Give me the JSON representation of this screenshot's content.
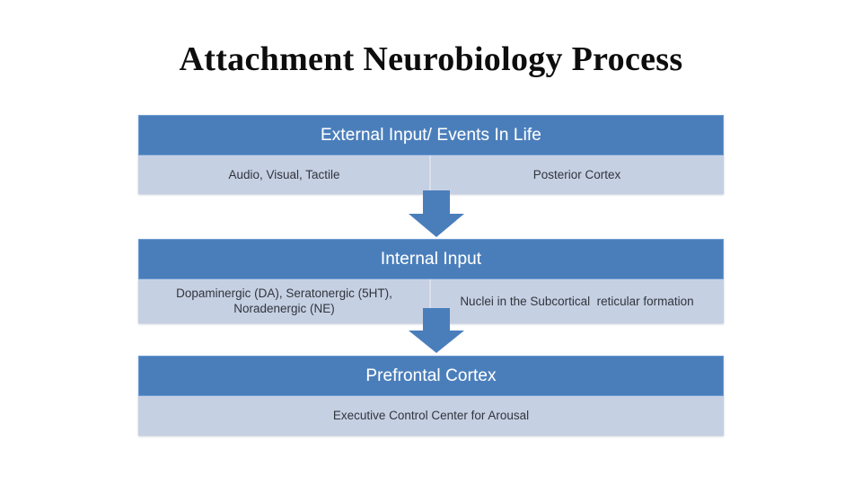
{
  "slide": {
    "title": "Attachment Neurobiology Process",
    "background_color": "#ffffff"
  },
  "theme": {
    "header_fill": "#4a7ebb",
    "header_text_color": "#ffffff",
    "body_fill": "#c6d0e3",
    "body_text_color": "#30353d",
    "arrow_fill": "#4a7ebb",
    "divider_color": "#d9e0ec"
  },
  "diagram": {
    "type": "flow-stack",
    "direction": "top-to-bottom",
    "stages": [
      {
        "id": "external-input",
        "header": "External Input/ Events In Life",
        "cells": [
          "Audio, Visual, Tactile",
          "Posterior Cortex"
        ]
      },
      {
        "id": "internal-input",
        "header": "Internal Input",
        "cells": [
          "Dopaminergic (DA), Seratonergic (5HT),\nNoradenergic (NE)",
          "Nuclei in the Subcortical  reticular formation"
        ]
      },
      {
        "id": "prefrontal-cortex",
        "header": "Prefrontal Cortex",
        "cells": [
          "Executive Control Center for Arousal"
        ]
      }
    ],
    "connectors": [
      {
        "id": "arrow-external-to-internal",
        "shape": "down-arrow",
        "from": "external-input",
        "to": "internal-input"
      },
      {
        "id": "arrow-internal-to-prefrontal",
        "shape": "down-arrow",
        "from": "internal-input",
        "to": "prefrontal-cortex"
      }
    ]
  }
}
